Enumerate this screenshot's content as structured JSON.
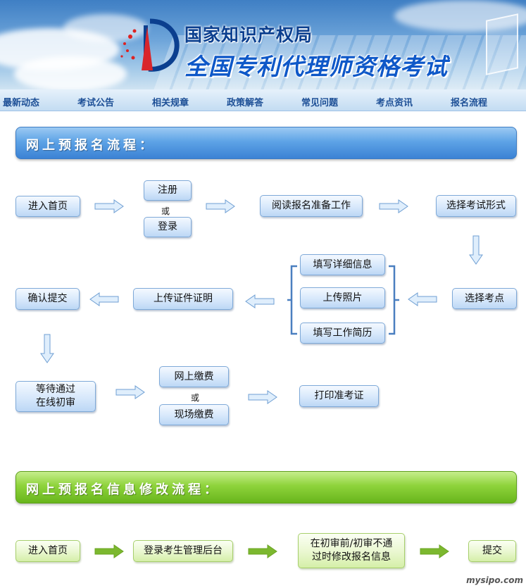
{
  "banner": {
    "org_name": "国家知识产权局",
    "exam_title": "全国专利代理师资格考试"
  },
  "nav": {
    "items": [
      "最新动态",
      "考试公告",
      "相关规章",
      "政策解答",
      "常见问题",
      "考点资讯",
      "报名流程"
    ]
  },
  "section1": {
    "title": "网上预报名流程：",
    "boxes": {
      "enter_home": "进入首页",
      "register": "注册",
      "or1": "或",
      "login": "登录",
      "read_prep": "阅读报名准备工作",
      "choose_form": "选择考试形式",
      "choose_site": "选择考点",
      "fill_details": "填写详细信息",
      "upload_photo": "上传照片",
      "fill_resume": "填写工作简历",
      "upload_cert": "上传证件证明",
      "confirm_submit": "确认提交",
      "wait_review_line1": "等待通过",
      "wait_review_line2": "在线初审",
      "pay_online": "网上缴费",
      "or2": "或",
      "pay_onsite": "现场缴费",
      "print_ticket": "打印准考证"
    }
  },
  "section2": {
    "title": "网上预报名信息修改流程：",
    "boxes": {
      "enter_home": "进入首页",
      "login_backend": "登录考生管理后台",
      "modify_line1": "在初审前/初审不通",
      "modify_line2": "过时修改报名信息",
      "submit": "提交"
    }
  },
  "watermark": "mysipo.com",
  "colors": {
    "nav_text": "#1d4f96",
    "section1_header": "#3b82d4",
    "section2_header": "#68b51c",
    "box_blue": "#d7e8fb",
    "box_green": "#e9f7cf",
    "arrow_green": "#7cb82f"
  }
}
